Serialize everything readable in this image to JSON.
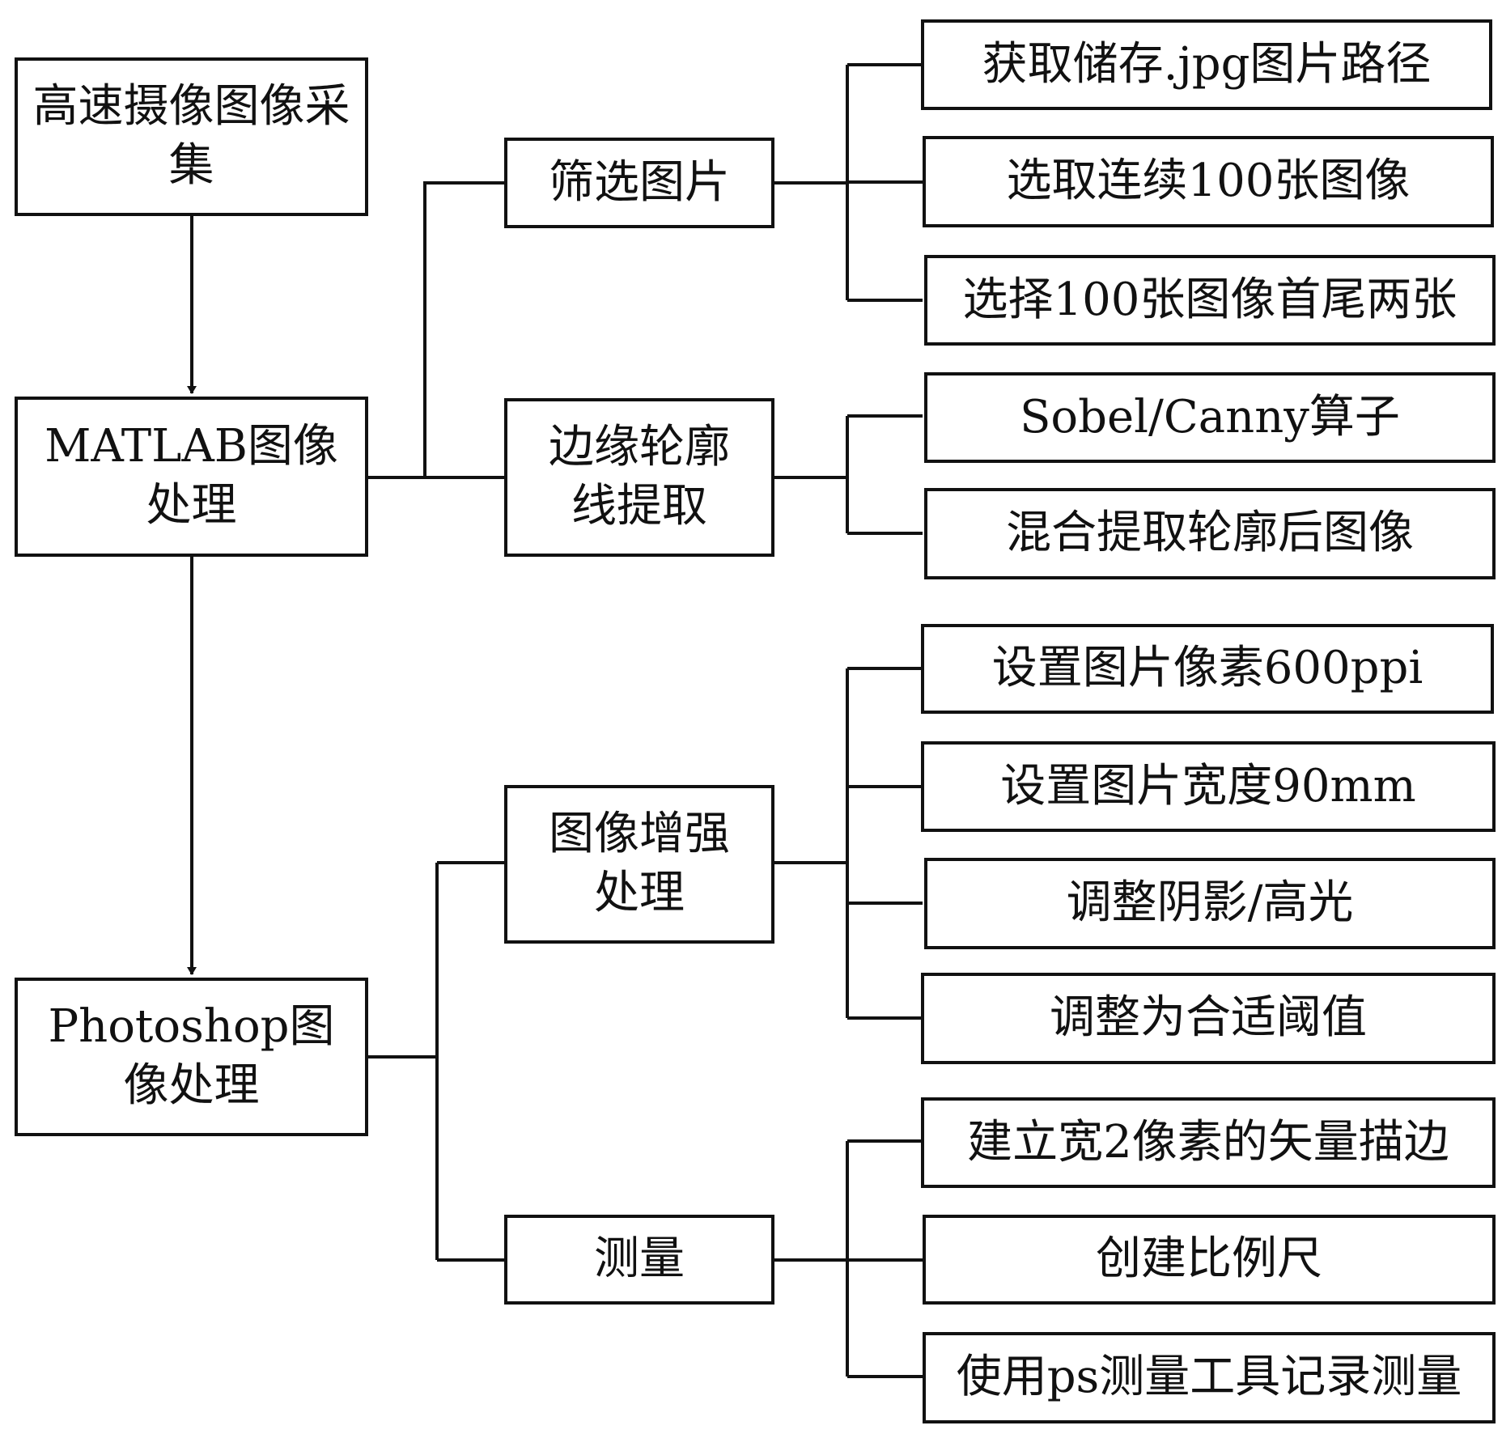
{
  "main": {
    "acquire": "高速摄像图像采集",
    "matlab": "MATLAB图像处理",
    "photoshop": "Photoshop图像处理"
  },
  "mid": {
    "filter": "筛选图片",
    "edge": "边缘轮廓线提取",
    "enhance": "图像增强处理",
    "measure": "测量"
  },
  "leaves": [
    "获取储存.jpg图片路径",
    "选取连续100张图像",
    "选择100张图像首尾两张",
    "Sobel/Canny算子",
    "混合提取轮廓后图像",
    "设置图片像素600ppi",
    "设置图片宽度90mm",
    "调整阴影/高光",
    "调整为合适阈值",
    "建立宽2像素的矢量描边",
    "创建比例尺",
    "使用ps测量工具记录测量"
  ]
}
